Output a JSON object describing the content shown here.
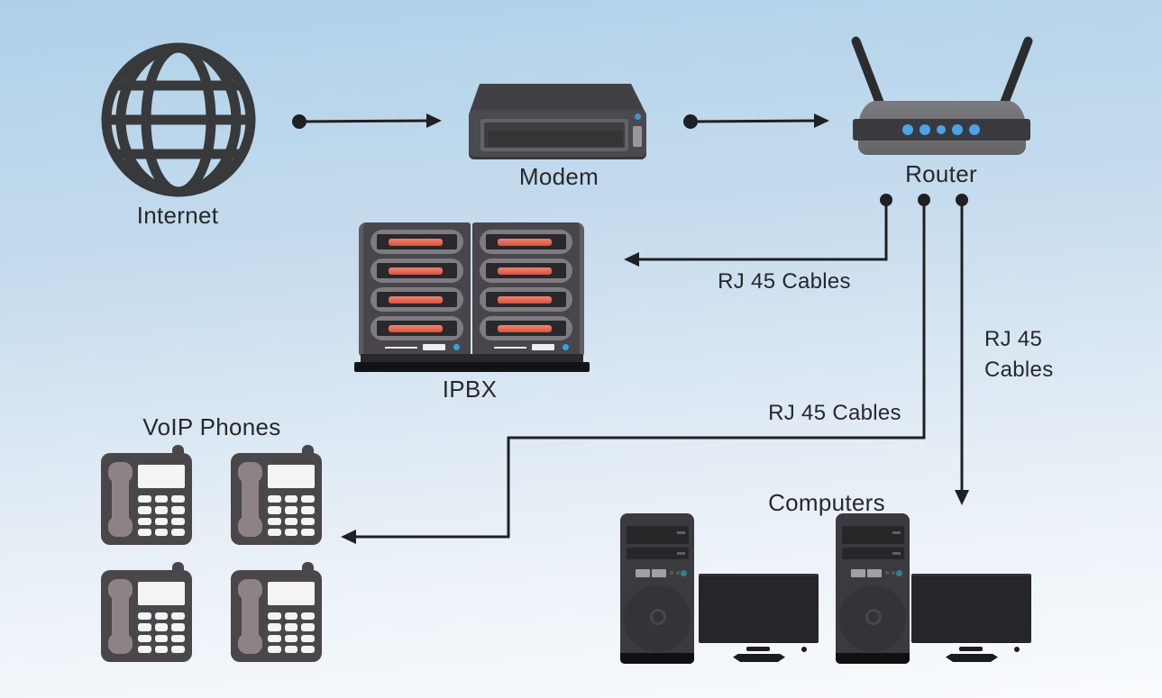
{
  "background": {
    "gradient_top": "#afd0e8",
    "gradient_bottom": "#fafcfe"
  },
  "colors": {
    "connector_line": "#1f2023",
    "text": "#27282a",
    "device_dark": "#4a474b",
    "led_blue": "#49a4e9",
    "rack_bar_red": "#e0604f"
  },
  "nodes": {
    "internet": {
      "label": "Internet",
      "icon": "globe-icon"
    },
    "modem": {
      "label": "Modem",
      "icon": "modem-icon"
    },
    "router": {
      "label": "Router",
      "icon": "router-icon"
    },
    "ipbx": {
      "label": "IPBX",
      "icon": "server-rack-icon"
    },
    "voip_phones": {
      "label": "VoIP Phones",
      "icon": "desk-phone-icon",
      "count": 4
    },
    "computers": {
      "label": "Computers",
      "icon": "desktop-computer-icon",
      "count": 2
    }
  },
  "cables": {
    "router_to_ipbx": {
      "label": "RJ 45 Cables"
    },
    "router_to_phones": {
      "label": "RJ 45 Cables"
    },
    "router_to_computers": {
      "label_line1": "RJ 45",
      "label_line2": "Cables"
    }
  }
}
